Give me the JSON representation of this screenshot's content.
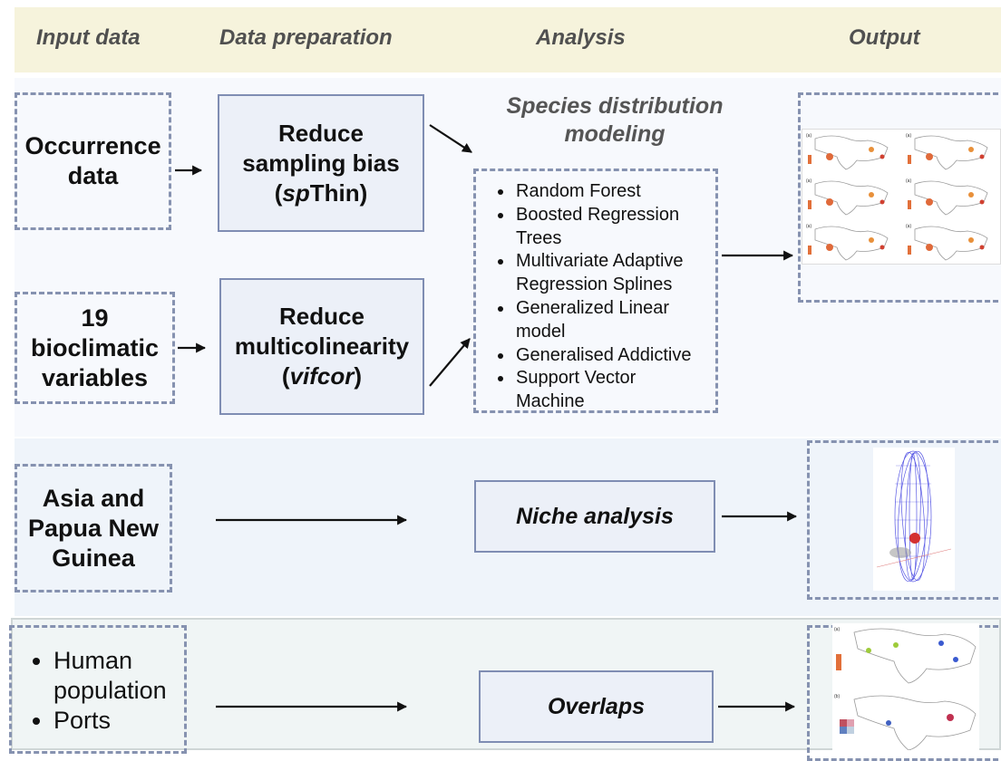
{
  "header": {
    "columns": [
      "Input data",
      "Data preparation",
      "Analysis",
      "Output"
    ]
  },
  "row1": {
    "occurrence": "Occurrence data",
    "bioclimatic": "19 bioclimatic variables",
    "reduce_bias": {
      "line1": "Reduce",
      "line2": "sampling bias",
      "open": "(",
      "pkg_italic": "sp",
      "pkg_rest": "Thin",
      "close": ")"
    },
    "reduce_multi": {
      "line1": "Reduce",
      "line2": "multicolinearity",
      "open": "(",
      "pkg_italic": "vifcor",
      "close": ")"
    },
    "sdm_title": "Species distribution modeling",
    "methods": [
      "Random Forest",
      "Boosted Regression Trees",
      "Multivariate Adaptive Regression Splines",
      "Generalized Linear model",
      "Generalised Addictive",
      "Support Vector Machine"
    ],
    "output_panel_labels": [
      "(a)",
      "(b)",
      "(c)",
      "(d)",
      "(e)",
      "(f)"
    ]
  },
  "row2": {
    "input": "Asia and Papua New Guinea",
    "analysis": "Niche analysis"
  },
  "row3": {
    "inputs": [
      "Human population",
      "Ports"
    ],
    "analysis": "Overlaps",
    "output_panel_labels": [
      "(a)",
      "(b)"
    ]
  },
  "colors": {
    "header_band": "#f6f3dc",
    "dashed_border": "#8692b0",
    "solid_border": "#7f8db3",
    "solid_fill": "#ecf0f8",
    "ellipse": "#3a3ae0",
    "hotspot": "#d43030"
  }
}
